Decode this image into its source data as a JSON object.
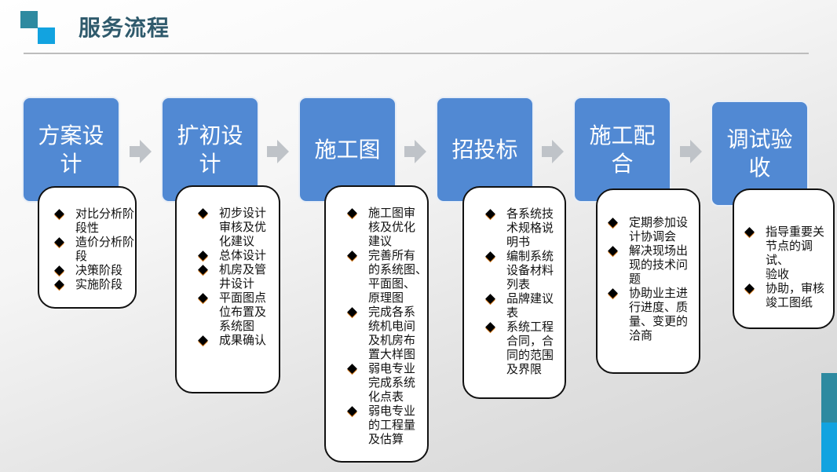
{
  "header": {
    "title": "服务流程",
    "accent": "#2e8aa0",
    "accent2": "#12a3e0"
  },
  "steps": [
    {
      "label": "方案设\n计",
      "items": [
        "对比分析阶\n段性",
        "造价分析阶\n段",
        "决策阶段",
        "实施阶段"
      ]
    },
    {
      "label": "扩初设\n计",
      "items": [
        "初步设计\n审核及优\n化建议",
        "总体设计",
        "机房及管\n井设计",
        "平面图点\n位布置及\n系统图",
        "成果确认"
      ]
    },
    {
      "label": "施工图",
      "items": [
        "施工图审\n核及优化\n建议",
        "完善所有\n的系统图、\n平面图、\n原理图",
        "完成各系\n统机电间\n及机房布\n置大样图",
        "弱电专业\n完成系统\n化点表",
        "弱电专业\n的工程量\n及估算"
      ]
    },
    {
      "label": "招投标",
      "items": [
        "各系统技\n术规格说\n明书",
        "编制系统\n设备材料\n列表",
        "品牌建议\n表",
        "系统工程\n合同，合\n同的范围\n及界限"
      ]
    },
    {
      "label": "施工配\n合",
      "items": [
        "定期参加设\n计协调会",
        "解决现场出\n现的技术问\n题",
        "协助业主进\n行进度、质\n量、变更的\n洽商"
      ]
    },
    {
      "label": "调试验\n收",
      "items": [
        "指导重要关\n节点的调试、\n验收",
        "协助，审核\n竣工图纸"
      ]
    }
  ]
}
